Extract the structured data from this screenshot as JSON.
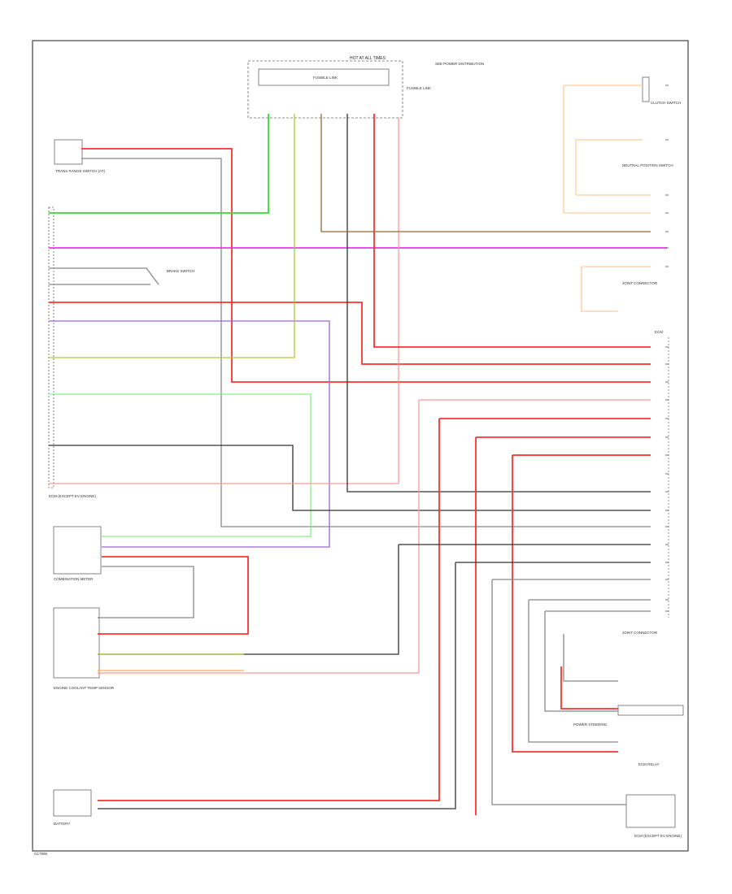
{
  "diagram": {
    "fuse_box_label": "HOT AT ALL TIMES",
    "fuse_label": "FUSIBLE LINK",
    "fuse_note": "SEE POWER DISTRIBUTION",
    "fuse_side_label": "FUSIBLE LINK",
    "footer_code": "G17896",
    "components": {
      "left_top": "TRANS RANGE SWITCH (AT)",
      "brake_switch": "BRAKE SWITCH",
      "ecm": "ECM (EXCEPT EV ENGINE)",
      "combination_meter": "COMBINATION METER",
      "left_bottom": "ENGINE COOLANT TEMP SENSOR",
      "left_foot": "BATTERY",
      "right_top_1": "CLUTCH SWITCH",
      "right_top_2": "NEUTRAL POSITION SWITCH",
      "right_mid": "JOINT CONNECTOR",
      "right_ecm": "ECM",
      "right_joint_2": "JOINT CONNECTOR",
      "right_power_steer": "POWER STEERING",
      "right_rel_bottom": "ECM RELAY",
      "right_foot": "ECM (EXCEPT EV ENGINE)"
    },
    "wire_colors": {
      "red": "#ff3030",
      "pink": "#ff9999",
      "green": "#33dd33",
      "magenta": "#ee33ee",
      "purple": "#9966cc",
      "lime": "#aacc33",
      "ltgreen": "#88ee88",
      "gray": "#888888",
      "black": "#333333",
      "brown": "#996633",
      "orange": "#ffaa55",
      "peach": "#ffcc99"
    }
  }
}
